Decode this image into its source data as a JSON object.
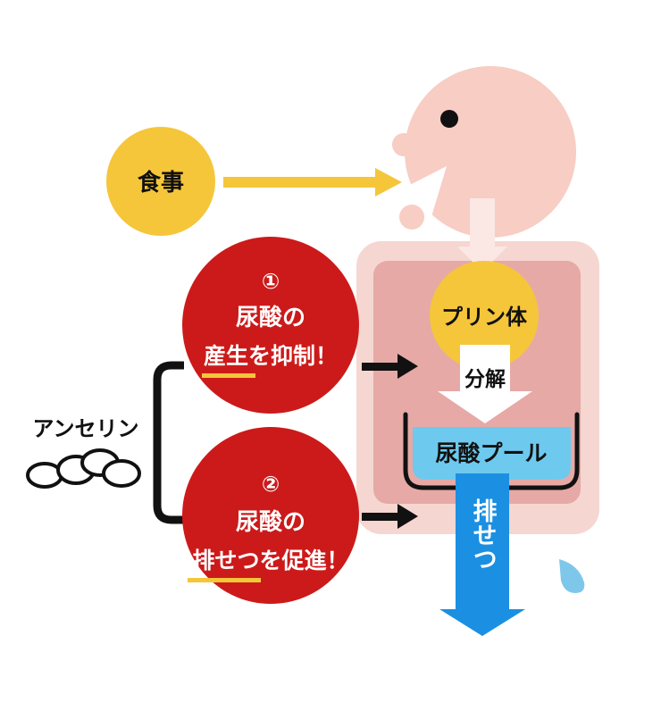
{
  "diagram": {
    "meal_label": "食事",
    "purine_label": "プリン体",
    "decompose_label": "分解",
    "uric_pool_label": "尿酸プール",
    "excretion_label": "排せつ",
    "anserine_label": "アンセリン",
    "effect_1": {
      "number": "①",
      "line1": "尿酸の",
      "keyword": "産生",
      "rest": "を抑制！"
    },
    "effect_2": {
      "number": "②",
      "line1": "尿酸の",
      "keyword": "排せつ",
      "rest": "を促進！"
    }
  },
  "colors": {
    "meal_circle": "#f5c63a",
    "effect_circle": "#cc1a1a",
    "body_outer": "#f6d6d1",
    "body_inner": "#e6a9a6",
    "skin_head": "#f7cdc4",
    "uric_pool": "#6ec9ee",
    "excretion_arrow": "#1b8fe2",
    "underline": "#f5c63a",
    "black": "#111111",
    "white": "#ffffff"
  }
}
